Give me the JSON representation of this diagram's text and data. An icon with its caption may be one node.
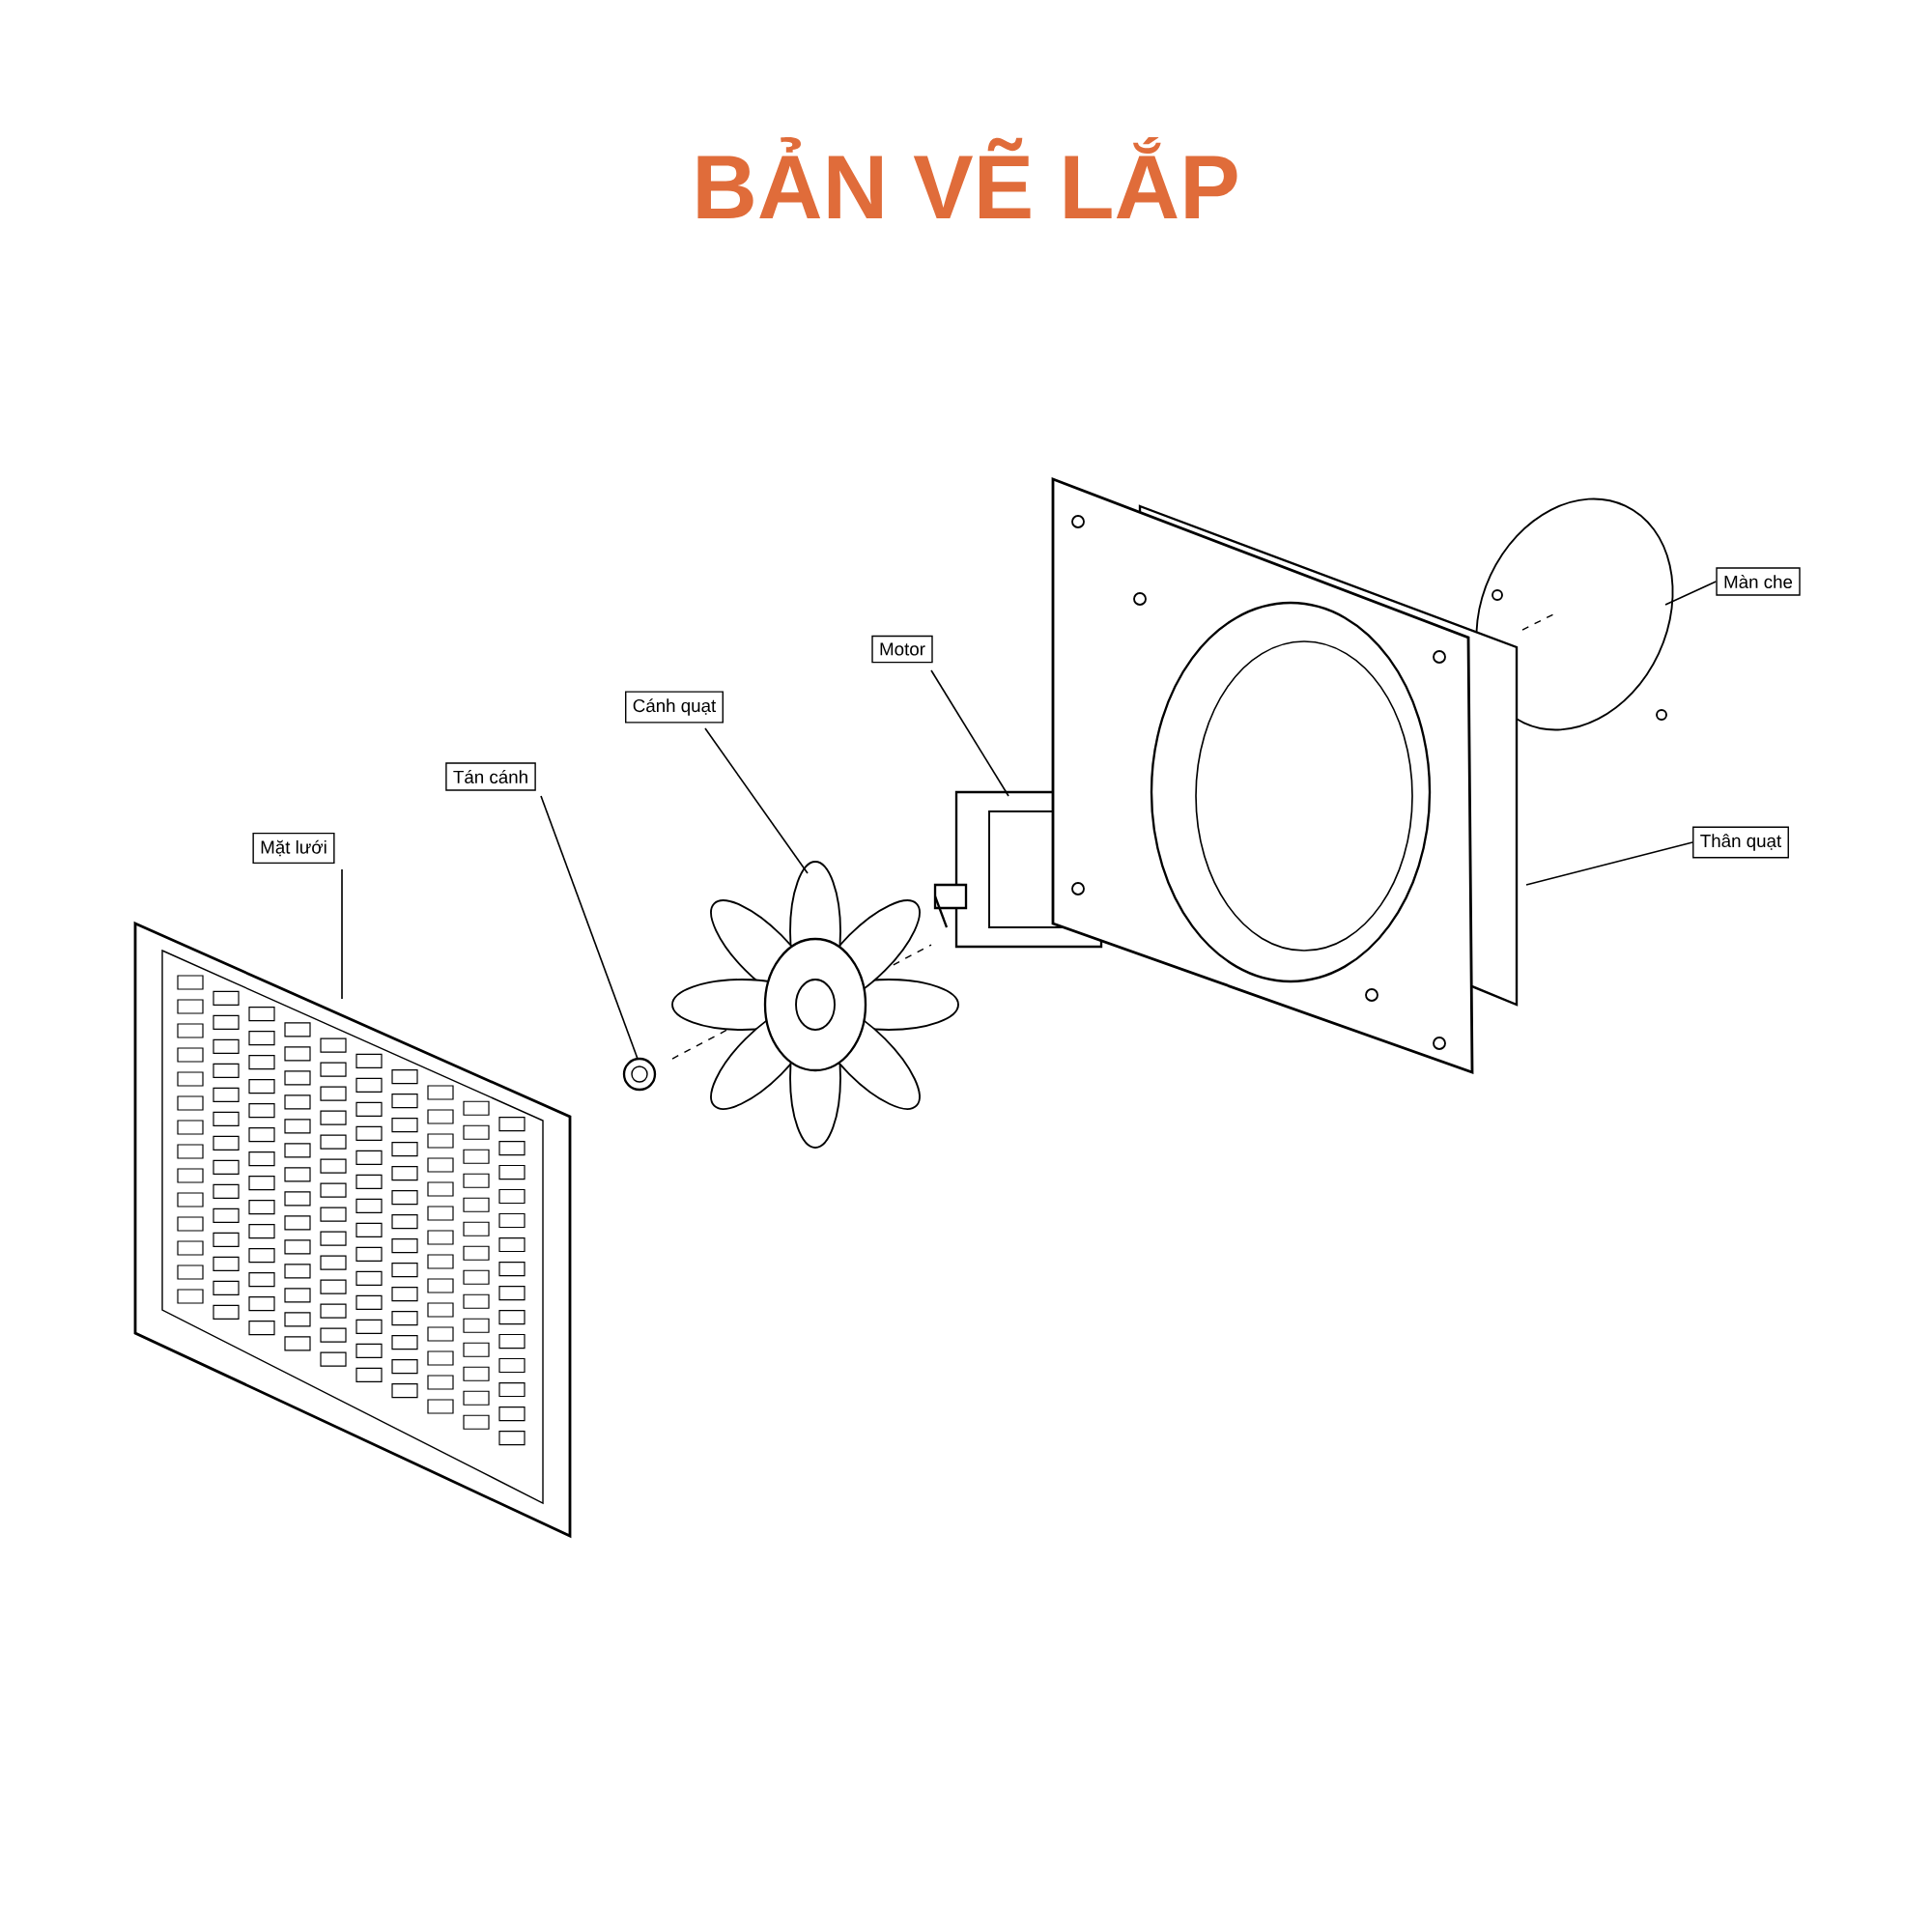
{
  "diagram": {
    "title": "BẢN VẼ LẮP",
    "nodes": [
      {
        "text": [
          "Mặt lưới"
        ]
      },
      {
        "text": [
          "Tán cánh"
        ]
      },
      {
        "text": [
          "Cánh quạt"
        ]
      },
      {
        "text": [
          "Motor"
        ]
      },
      {
        "text": [
          "Màn che"
        ]
      },
      {
        "text": [
          "Thân quạt"
        ]
      },
      {
        "text": [],
        "shape": "picture"
      },
      {
        "text": [],
        "shape": "picture"
      },
      {
        "text": [],
        "shape": "picture"
      },
      {
        "text": [],
        "shape": "picture"
      },
      {
        "text": [],
        "shape": "circle"
      },
      {
        "text": [],
        "shape": "picture"
      }
    ],
    "edges": [
      {
        "from": 0,
        "to": 6,
        "arrow": "none"
      },
      {
        "from": 1,
        "to": 7,
        "arrow": "none"
      },
      {
        "from": 2,
        "to": 8,
        "arrow": "none"
      },
      {
        "from": 3,
        "to": 9,
        "arrow": "none"
      },
      {
        "from": 4,
        "to": 10,
        "arrow": "none"
      },
      {
        "from": 5,
        "to": 11,
        "arrow": "none"
      }
    ]
  }
}
